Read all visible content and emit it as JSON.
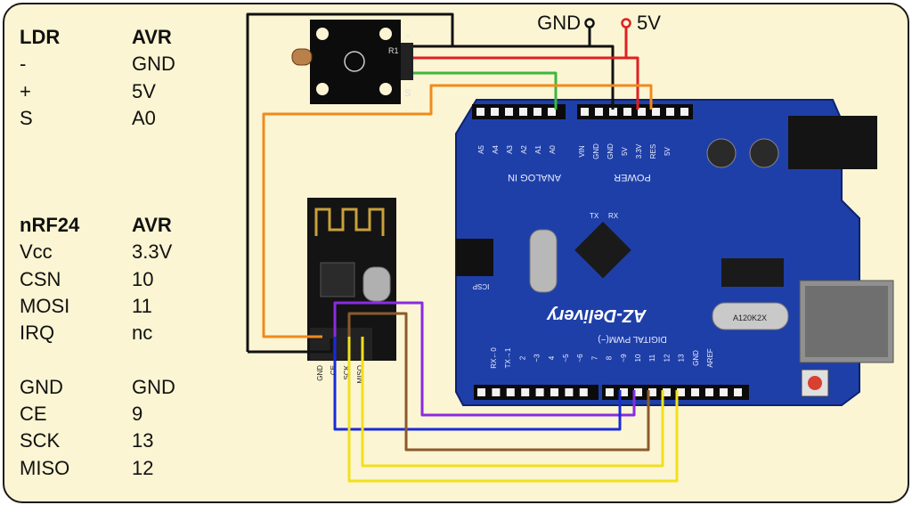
{
  "ldr_table": {
    "headers": [
      "LDR",
      "AVR"
    ],
    "rows": [
      [
        "-",
        "GND"
      ],
      [
        "+",
        "5V"
      ],
      [
        "S",
        "A0"
      ]
    ]
  },
  "nrf_table": {
    "headers": [
      "nRF24",
      "AVR"
    ],
    "rows": [
      [
        "Vcc",
        "3.3V"
      ],
      [
        "CSN",
        "10"
      ],
      [
        "MOSI",
        "11"
      ],
      [
        "IRQ",
        "nc"
      ],
      [
        "",
        ""
      ],
      [
        "GND",
        "GND"
      ],
      [
        "CE",
        "9"
      ],
      [
        "SCK",
        "13"
      ],
      [
        "MISO",
        "12"
      ]
    ]
  },
  "power": {
    "gnd": "GND",
    "vcc": "5V"
  },
  "board": {
    "brand": "AZ-Delivery",
    "analog_in": "ANALOG IN",
    "power": "POWER",
    "digital": "DIGITAL PWM(~)",
    "analog_pins": [
      "A5",
      "A4",
      "A3",
      "A2",
      "A1",
      "A0"
    ],
    "power_pins": [
      "VIN",
      "GND",
      "GND",
      "5V",
      "3.3V",
      "RES",
      "5V"
    ],
    "digital_pins": [
      "AREF",
      "GND",
      "13",
      "12",
      "11",
      "10",
      "~9",
      "8",
      "7",
      "~6",
      "~5",
      "4",
      "~3",
      "2",
      "TX→1",
      "RX←0"
    ],
    "crystal": "A120K2X",
    "icsp": "ICSP",
    "tx_rx": [
      "TX",
      "RX"
    ]
  },
  "ldr_module": {
    "pins": [
      "-",
      "+",
      "S"
    ],
    "part": "R1"
  },
  "nrf_module": {
    "pins": [
      "GND",
      "CE",
      "SCK",
      "MISO"
    ]
  },
  "colors": {
    "background": "#fbf5d3",
    "board_blue": "#1f3fa8",
    "wire_black": "#111111",
    "wire_red": "#e02020",
    "wire_green": "#3bb83b",
    "wire_orange": "#f08a1c",
    "wire_purple": "#8a2be2",
    "wire_blue": "#1a2ad8",
    "wire_brown": "#8b5a2b",
    "wire_yellow": "#f2e01e"
  }
}
